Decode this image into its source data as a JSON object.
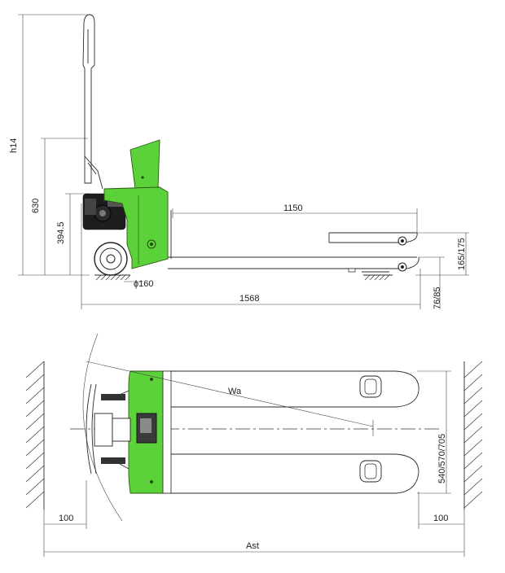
{
  "colors": {
    "body": "#5bd23a",
    "line": "#2a2a2a"
  },
  "side_view": {
    "dims": {
      "h14": "h14",
      "h_630": "630",
      "h_394": "394.5",
      "fork_len": "1150",
      "overall_len": "1568",
      "fork_height": "165/175",
      "lowered_height": "76/85",
      "wheel_dia": "ϕ160"
    }
  },
  "top_view": {
    "dims": {
      "turning_radius": "Wa",
      "fork_width": "540/570/705",
      "clearance_left": "100",
      "clearance_right": "100",
      "aisle_width": "Ast"
    }
  }
}
